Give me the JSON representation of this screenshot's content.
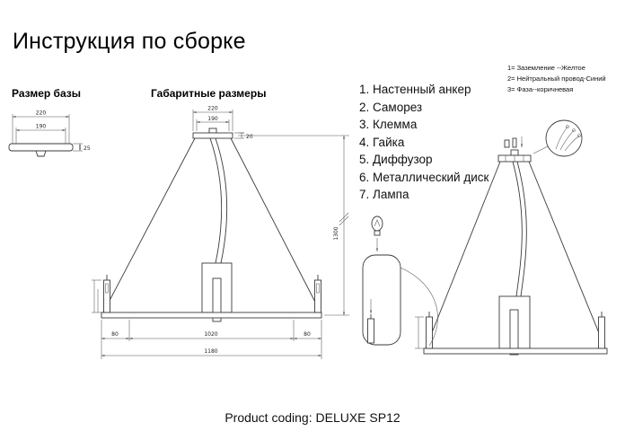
{
  "page": {
    "title": "Инструкция по сборке",
    "product_coding": "Product coding: DELUXE SP12"
  },
  "sections": {
    "base_size": "Размер базы",
    "overall_dimensions": "Габаритные размеры"
  },
  "parts_list": [
    "1. Настенный анкер",
    "2. Саморез",
    "3. Клемма",
    "4. Гайка",
    "5. Диффузор",
    "6. Металлический диск",
    "7. Лампа"
  ],
  "wire_legend": [
    "1= Заземление --Желтое",
    "2= Нейтральный провод-Синий",
    "3= Фаза--коричневая"
  ],
  "dims": {
    "base": {
      "outer_width": "220",
      "inner_width": "190",
      "height": "25"
    },
    "main": {
      "outer_width": "220",
      "inner_width": "190",
      "canopy_height": "20",
      "suspension_height": "1300",
      "left_offset": "80",
      "center_span": "1020",
      "right_offset": "80",
      "total_width": "1180"
    }
  }
}
